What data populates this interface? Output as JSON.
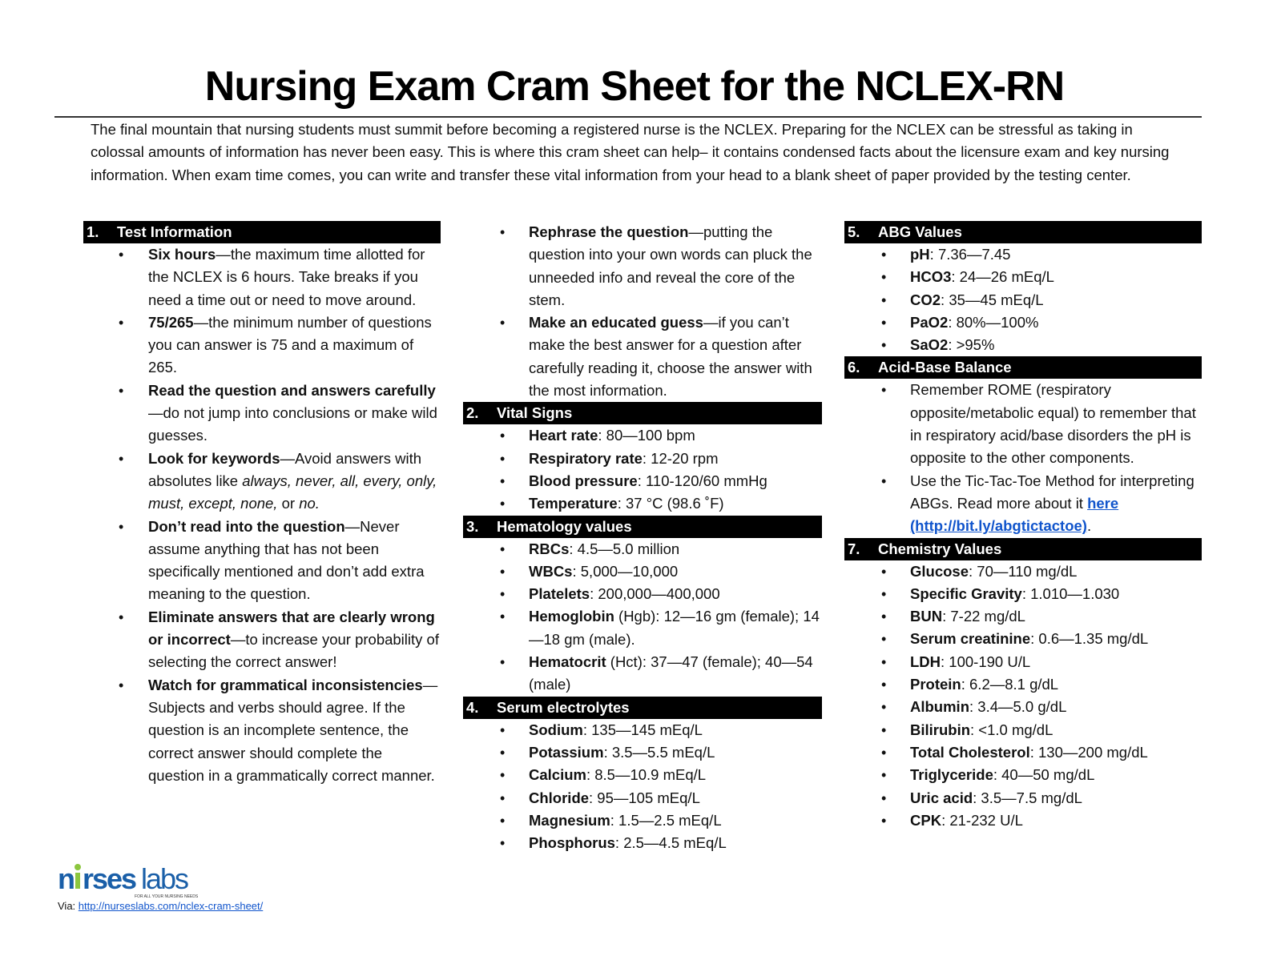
{
  "title": "Nursing Exam Cram Sheet for the NCLEX-RN",
  "intro": "The final mountain that nursing students must summit before becoming a registered nurse is the NCLEX. Preparing for the NCLEX can be stressful as taking in colossal amounts of information has never been easy. This is where this cram sheet can help– it contains condensed facts about the licensure exam and key nursing information. When exam time comes, you can write and transfer these vital information from your head to a blank sheet of paper provided by the testing center.",
  "sections": {
    "s1": {
      "num": "1.",
      "title": "Test Information"
    },
    "s2": {
      "num": "2.",
      "title": "Vital Signs"
    },
    "s3": {
      "num": "3.",
      "title": "Hematology values"
    },
    "s4": {
      "num": "4.",
      "title": "Serum electrolytes"
    },
    "s5": {
      "num": "5.",
      "title": "ABG Values"
    },
    "s6": {
      "num": "6.",
      "title": "Acid-Base Balance"
    },
    "s7": {
      "num": "7.",
      "title": "Chemistry Values"
    }
  },
  "test_info": [
    {
      "term": "Six hours",
      "text": "—the maximum time allotted for the NCLEX is 6 hours. Take breaks if you need a time out or need to move around."
    },
    {
      "term": "75/265",
      "text": "—the minimum number of questions you can answer is 75 and a maximum of 265."
    },
    {
      "term": "Read the question and answers carefully",
      "text": "—do not jump into conclusions or make wild guesses."
    },
    {
      "term": "Look for keywords",
      "text": "—Avoid answers with absolutes like ",
      "italic": "always, never, all, every, only, must, except, none,",
      "mid": " or ",
      "italic2": "no."
    },
    {
      "term": "Don’t read into the question",
      "text": "—Never assume anything that has not been specifically mentioned and don’t add extra meaning to the question."
    },
    {
      "term": "Eliminate answers that are clearly wrong or incorrect",
      "text": "—to increase your probability of selecting the correct answer!"
    },
    {
      "term": "Watch for grammatical inconsistencies",
      "text": "—Subjects and verbs should agree. If the question is an incomplete sentence, the correct answer should complete the question in a grammatically correct manner."
    },
    {
      "term": "Rephrase the question",
      "text": "—putting the question into your own words can pluck the unneeded info and reveal the core of the stem."
    },
    {
      "term": "Make an educated guess",
      "text": "—if you can’t make the best answer for a question after carefully reading it, choose the answer with the most information."
    }
  ],
  "vital_signs": [
    {
      "term": "Heart rate",
      "text": ": 80—100 bpm"
    },
    {
      "term": "Respiratory rate",
      "text": ": 12-20 rpm"
    },
    {
      "term": "Blood pressure",
      "text": ": 110-120/60 mmHg"
    },
    {
      "term": "Temperature",
      "text": ": 37 °C (98.6 ˚F)"
    }
  ],
  "hematology": [
    {
      "term": "RBCs",
      "text": ": 4.5—5.0 million"
    },
    {
      "term": "WBCs",
      "text": ": 5,000—10,000"
    },
    {
      "term": "Platelets",
      "text": ": 200,000—400,000"
    },
    {
      "term": "Hemoglobin",
      "text": " (Hgb): 12—16 gm (female); 14—18 gm (male)."
    },
    {
      "term": "Hematocrit",
      "text": " (Hct): 37—47 (female); 40—54 (male)"
    }
  ],
  "electrolytes": [
    {
      "term": "Sodium",
      "text": ": 135—145 mEq/L"
    },
    {
      "term": "Potassium",
      "text": ": 3.5—5.5 mEq/L"
    },
    {
      "term": "Calcium",
      "text": ": 8.5—10.9 mEq/L"
    },
    {
      "term": "Chloride",
      "text": ": 95—105 mEq/L"
    },
    {
      "term": "Magnesium",
      "text": ": 1.5—2.5 mEq/L"
    },
    {
      "term": "Phosphorus",
      "text": ": 2.5—4.5 mEq/L"
    }
  ],
  "abg": [
    {
      "term": "pH",
      "text": ": 7.36—7.45"
    },
    {
      "term": "HCO3",
      "text": ": 24—26 mEq/L"
    },
    {
      "term": "CO2",
      "text": ": 35—45 mEq/L"
    },
    {
      "term": "PaO2",
      "text": ": 80%—100%"
    },
    {
      "term": "SaO2",
      "text": ": >95%"
    }
  ],
  "acid_base": {
    "item1": "Remember ROME (respiratory opposite/metabolic equal) to remember that in respiratory acid/base disorders the pH is opposite to the other components.",
    "item2": "Use the Tic-Tac-Toe Method for interpreting ABGs. Read more about it ",
    "link": "here (http://bit.ly/abgtictactoe)",
    "after_link": "."
  },
  "chemistry": [
    {
      "term": "Glucose",
      "text": ": 70—110 mg/dL"
    },
    {
      "term": "Specific Gravity",
      "text": ": 1.010—1.030"
    },
    {
      "term": "BUN",
      "text": ": 7-22 mg/dL"
    },
    {
      "term": "Serum creatinine",
      "text": ": 0.6—1.35 mg/dL"
    },
    {
      "term": "LDH",
      "text": ": 100-190 U/L"
    },
    {
      "term": "Protein",
      "text": ": 6.2—8.1 g/dL"
    },
    {
      "term": "Albumin",
      "text": ": 3.4—5.0 g/dL"
    },
    {
      "term": "Bilirubin",
      "text": ": <1.0 mg/dL"
    },
    {
      "term": "Total Cholesterol",
      "text": ": 130—200 mg/dL"
    },
    {
      "term": "Triglyceride",
      "text": ": 40—50 mg/dL"
    },
    {
      "term": "Uric acid",
      "text": ": 3.5—7.5 mg/dL"
    },
    {
      "term": "CPK",
      "text": ": 21-232 U/L"
    }
  ],
  "footer": {
    "logo_text": "nurseslabs",
    "logo_tagline": "FOR ALL YOUR NURSING NEEDS",
    "via_label": "Via: ",
    "via_link": "http://nurseslabs.com/nclex-cram-sheet/"
  },
  "colors": {
    "header_bg": "#000000",
    "link": "#1155cc",
    "logo_blue": "#1a5fa8",
    "logo_green": "#8cc63f"
  }
}
